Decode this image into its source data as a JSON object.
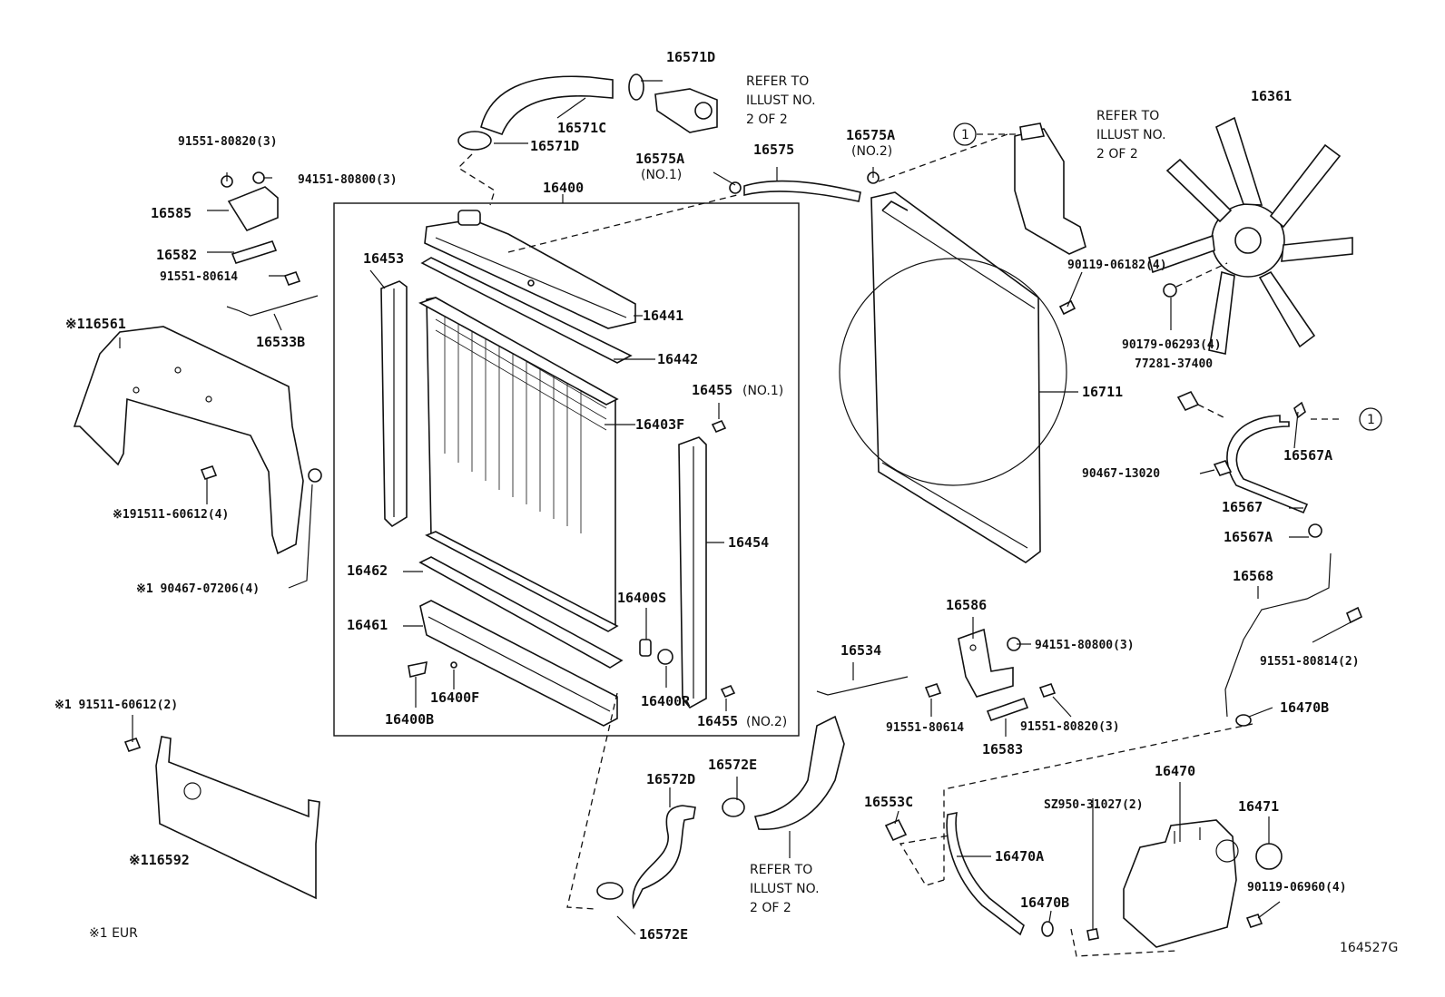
{
  "title": "",
  "diagram_id": "164527G",
  "footnote": "※1 EUR",
  "refer_note": {
    "line1": "REFER TO",
    "line2": "ILLUST NO.",
    "line3": "2 OF 2"
  },
  "callout_1": "1",
  "labels": {
    "p16571D_top": "16571D",
    "p16571C": "16571C",
    "p16571D_bot": "16571D",
    "p91551_80820_3": "91551-80820(3)",
    "p94151_80800_3_a": "94151-80800(3)",
    "p16585": "16585",
    "p16582": "16582",
    "p91551_80614_a": "91551-80614",
    "p16533B": "16533B",
    "p16561": "※116561",
    "p91511_60612_4": "※191511-60612(4)",
    "p90467_07206_4": "※1 90467-07206(4)",
    "p91511_60612_2": "※1 91511-60612(2)",
    "p16592": "※116592",
    "p16400": "16400",
    "p16453": "16453",
    "p16441": "16441",
    "p16442": "16442",
    "p16403F": "16403F",
    "p16455_1": "16455",
    "p16455_1n": "(NO.1)",
    "p16454": "16454",
    "p16462": "16462",
    "p16461": "16461",
    "p16400S": "16400S",
    "p16400F": "16400F",
    "p16400B": "16400B",
    "p16400R": "16400R",
    "p16455_2": "16455",
    "p16455_2n": "(NO.2)",
    "p16575A_1": "16575A",
    "p16575A_1n": "(NO.1)",
    "p16575": "16575",
    "p16575A_2": "16575A",
    "p16575A_2n": "(NO.2)",
    "p16711": "16711",
    "p90119_06182_4": "90119-06182(4)",
    "p16361": "16361",
    "p90179_06293_4": "90179-06293(4)",
    "p77281_37400": "77281-37400",
    "p16567A_a": "16567A",
    "p90467_13020": "90467-13020",
    "p16567": "16567",
    "p16567A_b": "16567A",
    "p16568": "16568",
    "p91551_80814_2": "91551-80814(2)",
    "p16470B_a": "16470B",
    "p16586": "16586",
    "p94151_80800_3_b": "94151-80800(3)",
    "p16534": "16534",
    "p91551_80614_b": "91551-80614",
    "p91551_80820_3_b": "91551-80820(3)",
    "p16583": "16583",
    "p16572E_a": "16572E",
    "p16572D": "16572D",
    "p16572E_b": "16572E",
    "p16553C": "16553C",
    "p16470A": "16470A",
    "p16470B_b": "16470B",
    "p16470": "16470",
    "pSZ950": "SZ950-31027(2)",
    "p16471": "16471",
    "p90119_06960_4": "90119-06960(4)"
  }
}
